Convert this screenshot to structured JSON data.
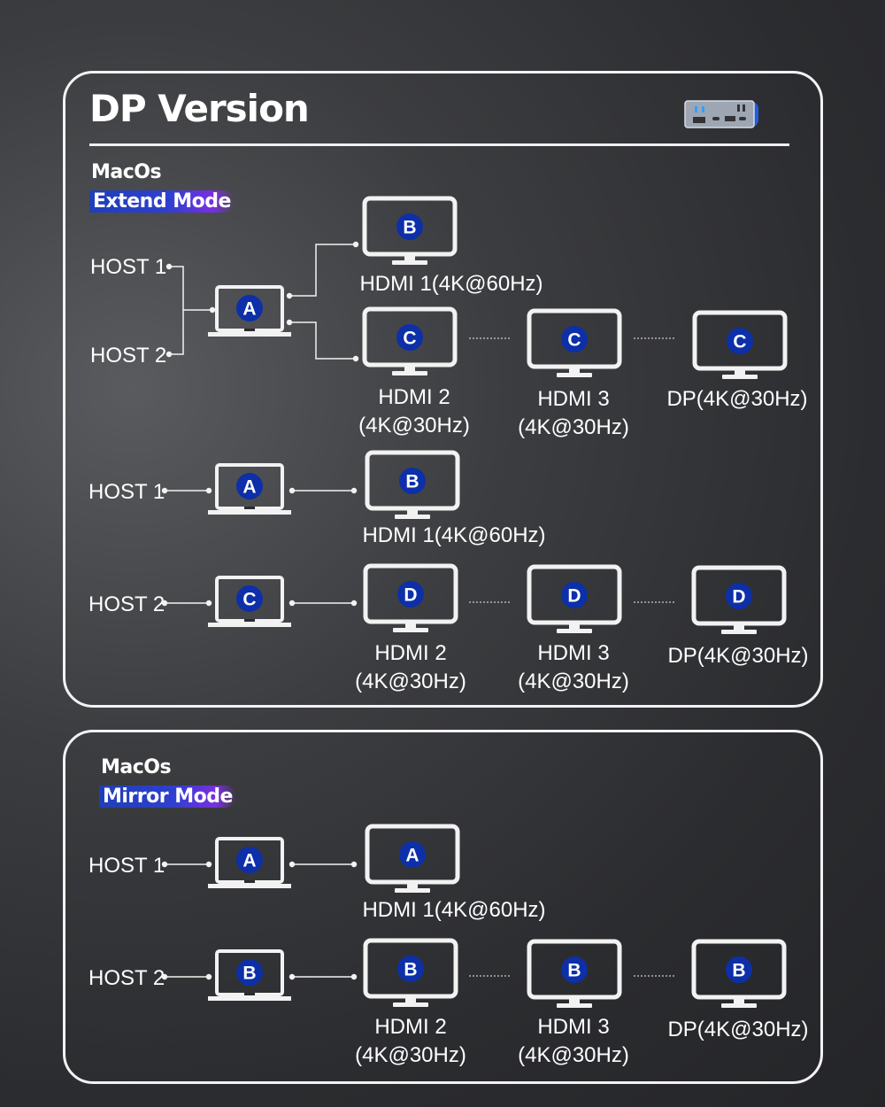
{
  "header": {
    "title": "DP Version"
  },
  "colors": {
    "badge": "#0d2fa8",
    "accent": "#2f3fd0",
    "stroke": "#f2f2f2"
  },
  "extend": {
    "os": "MacOs",
    "mode": "Extend Mode",
    "hosts": [
      "HOST 1",
      "HOST 2"
    ],
    "shared_laptop_badge": "A",
    "monitors": [
      {
        "badge": "B",
        "label": [
          "HDMI 1(4K@60Hz)"
        ]
      },
      {
        "badge": "C",
        "label": [
          "HDMI 2",
          "(4K@30Hz)"
        ]
      },
      {
        "badge": "C",
        "label": [
          "HDMI 3",
          "(4K@30Hz)"
        ]
      },
      {
        "badge": "C",
        "label": [
          "DP(4K@30Hz)"
        ]
      }
    ],
    "row1": {
      "host": "HOST 1",
      "laptop_badge": "A",
      "monitor_badge": "B",
      "monitor_label": "HDMI 1(4K@60Hz)"
    },
    "row2": {
      "host": "HOST 2",
      "laptop_badge": "C",
      "monitors": [
        {
          "badge": "D",
          "label": [
            "HDMI 2",
            "(4K@30Hz)"
          ]
        },
        {
          "badge": "D",
          "label": [
            "HDMI 3",
            "(4K@30Hz)"
          ]
        },
        {
          "badge": "D",
          "label": [
            "DP(4K@30Hz)"
          ]
        }
      ]
    }
  },
  "mirror": {
    "os": "MacOs",
    "mode": "Mirror Mode",
    "row1": {
      "host": "HOST 1",
      "laptop_badge": "A",
      "monitor_badge": "A",
      "monitor_label": "HDMI 1(4K@60Hz)"
    },
    "row2": {
      "host": "HOST 2",
      "laptop_badge": "B",
      "monitors": [
        {
          "badge": "B",
          "label": [
            "HDMI 2",
            "(4K@30Hz)"
          ]
        },
        {
          "badge": "B",
          "label": [
            "HDMI 3",
            "(4K@30Hz)"
          ]
        },
        {
          "badge": "B",
          "label": [
            "DP(4K@30Hz)"
          ]
        }
      ]
    }
  }
}
